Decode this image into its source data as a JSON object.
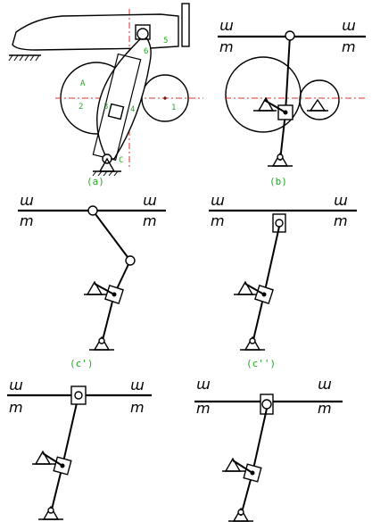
{
  "captions": {
    "a": "(a)",
    "b": "(b)",
    "c1": "(c')",
    "c2": "(c'')"
  },
  "part_labels": {
    "A": "A",
    "n1": "1",
    "n2": "2",
    "n3": "3",
    "n4": "4",
    "n5": "5",
    "n6": "6",
    "C": "C"
  },
  "colors": {
    "line": "#000000",
    "label": "#22aa22",
    "centerline": "#e03030"
  }
}
